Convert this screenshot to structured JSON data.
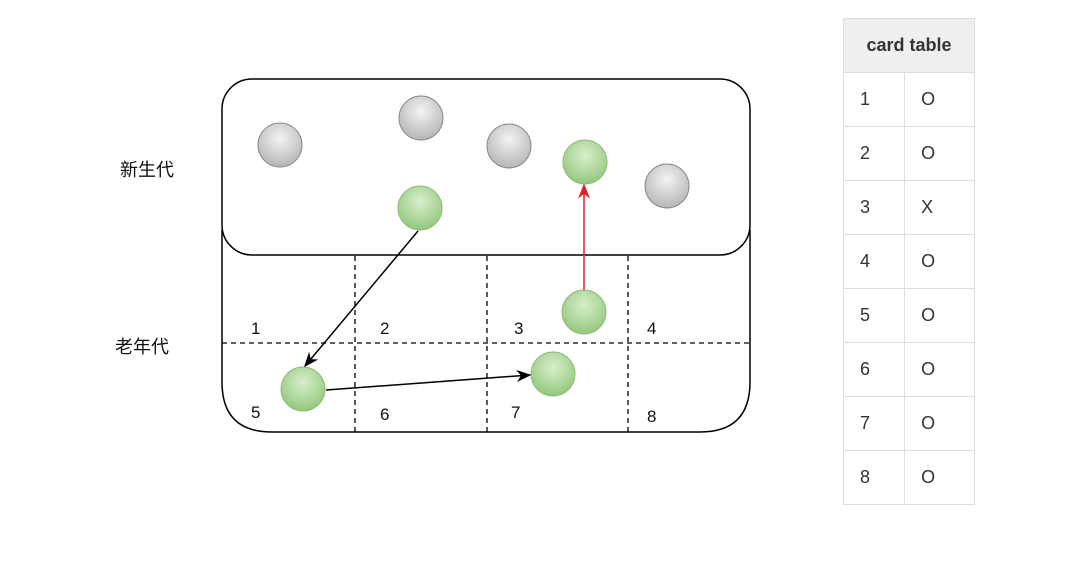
{
  "labels": {
    "young": "新生代",
    "old": "老年代"
  },
  "cards": [
    "1",
    "2",
    "3",
    "4",
    "5",
    "6",
    "7",
    "8"
  ],
  "table": {
    "header": "card table",
    "rows": [
      {
        "card": "1",
        "mark": "O"
      },
      {
        "card": "2",
        "mark": "O"
      },
      {
        "card": "3",
        "mark": "X"
      },
      {
        "card": "4",
        "mark": "O"
      },
      {
        "card": "5",
        "mark": "O"
      },
      {
        "card": "6",
        "mark": "O"
      },
      {
        "card": "7",
        "mark": "O"
      },
      {
        "card": "8",
        "mark": "O"
      }
    ]
  },
  "colors": {
    "gray_object": "#cfcfcf",
    "live_object": "#9fd08a",
    "ref_arrow": "#000000",
    "cross_gen_ref": "#e0202a"
  }
}
